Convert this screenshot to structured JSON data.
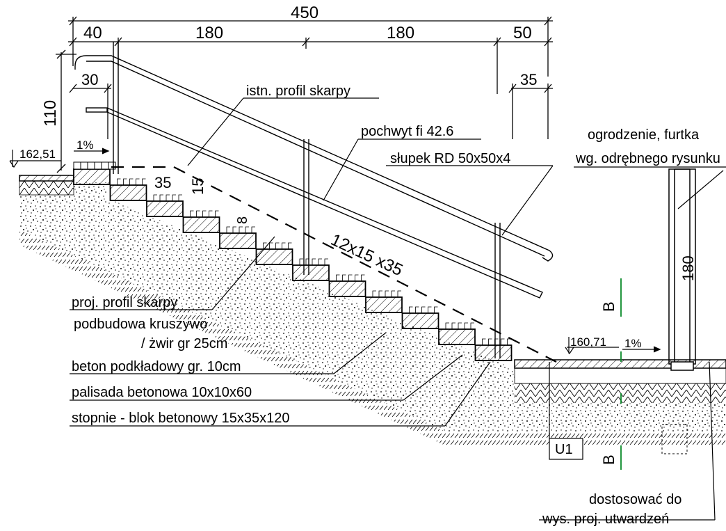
{
  "dimensions": {
    "overall_width": "450",
    "segment_1": "40",
    "segment_2": "180",
    "segment_3": "180",
    "segment_4": "50",
    "handrail_offset": "30",
    "post_offset": "35",
    "handrail_height": "110",
    "step_depth": "35",
    "step_height": "15",
    "step_offset": "8",
    "fence_height": "180",
    "stairs_spec": "12x15 x35"
  },
  "levels": {
    "top": "162,51",
    "bottom": "160,71",
    "slope_top": "1%",
    "slope_bottom": "1%"
  },
  "labels": {
    "existing_slope": "istn. profil skarpy",
    "handrail": "pochwyt fi 42.6",
    "post": "słupek RD 50x50x4",
    "fence_line1": "ogrodzenie, furtka",
    "fence_line2": "wg. odrębnego rysunku",
    "proj_slope": "proj. profil skarpy",
    "subbase_line1": "podbudowa kruszywo",
    "subbase_line2": "/ żwir gr 25cm",
    "concrete_base": "beton podkładowy gr. 10cm",
    "palisade": "palisada betonowa  10x10x60",
    "steps": "stopnie - blok betonowy 15x35x120",
    "section_mark_top": "B",
    "section_mark_bottom": "B",
    "u1": "U1",
    "adjust_line1": "dostosować do",
    "adjust_line2": "wys. proj. utwardzeń"
  }
}
